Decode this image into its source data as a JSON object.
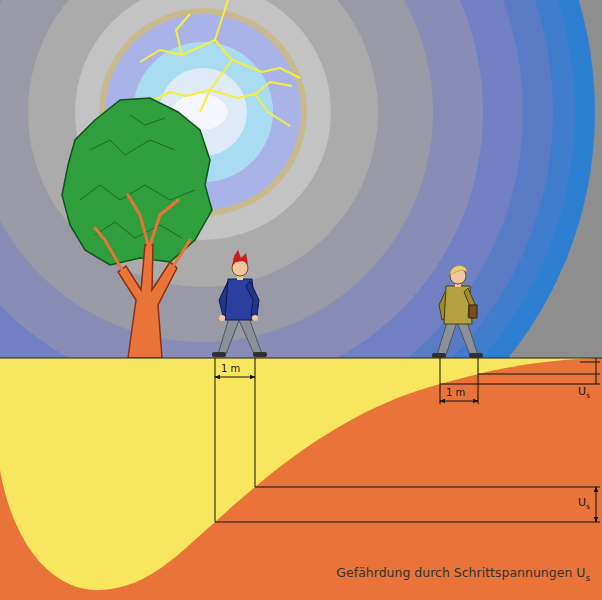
{
  "diagram": {
    "caption": "Gefährdung durch Schrittspannungen U",
    "labels": [
      "1 m",
      "1 m",
      "U",
      "s",
      "U",
      "s",
      "s"
    ]
  }
}
